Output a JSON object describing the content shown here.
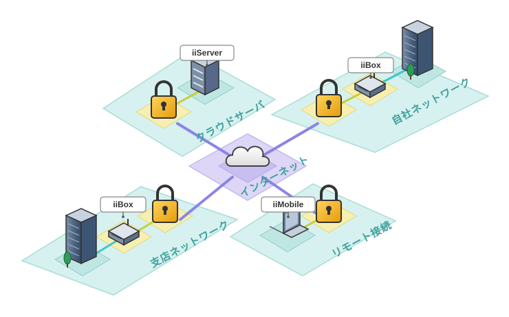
{
  "colors": {
    "zone_fill": "#d6f1ef",
    "zone_stroke": "#9fd9d3",
    "lock_pad": "#f7efb0",
    "device_pad": "#bfe6e3",
    "internet_fill": "#ddd6f6",
    "vpn_line": "#8b84e6",
    "lan_line_green": "#c7cf3a",
    "lan_line_teal": "#3cc7c9",
    "label": "#3f9f9c",
    "lock_body": "#f3b61d"
  },
  "internet": {
    "label": "インターネット",
    "icon": "cloud-icon"
  },
  "zones": {
    "cloud": {
      "label": "クラウドサーバ",
      "device": "iiServer"
    },
    "hq": {
      "label": "自社ネットワーク",
      "device": "iiBox"
    },
    "branch": {
      "label": "支店ネットワーク",
      "device": "iiBox"
    },
    "remote": {
      "label": "リモート接続",
      "device": "iiMobile"
    }
  }
}
